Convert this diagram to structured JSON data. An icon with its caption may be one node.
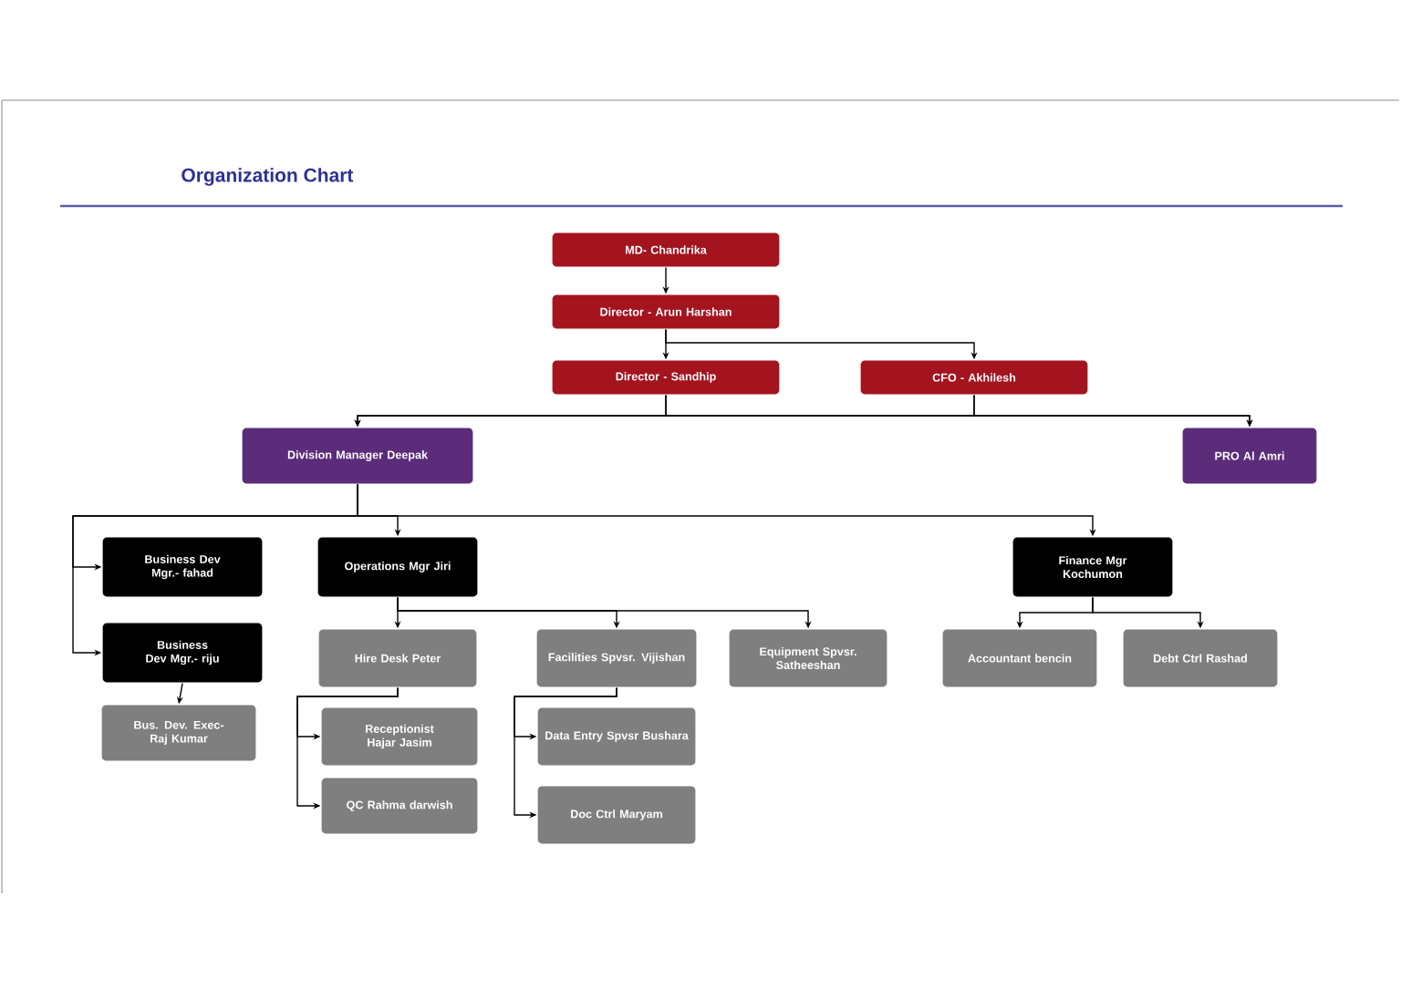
{
  "diagram": {
    "title": "Organization Chart",
    "nodes": [
      {
        "text": [
          "MD- Chandrika"
        ]
      },
      {
        "text": [
          "Director - Arun Harshan"
        ]
      },
      {
        "text": [
          "Director - Sandhip"
        ]
      },
      {
        "text": [
          "CFO - Akhilesh"
        ]
      },
      {
        "text": [
          "Division Manager Deepak"
        ]
      },
      {
        "text": [
          "PRO Al Amri"
        ]
      },
      {
        "text": [
          "Business Dev Mgr.- fahad"
        ]
      },
      {
        "text": [
          "Operations Mgr Jiri"
        ]
      },
      {
        "text": [
          "Business Dev Mgr.- riju"
        ]
      },
      {
        "text": [
          "Hire Desk Peter"
        ]
      },
      {
        "text": [
          "Facilities Spvsr. Vijishan"
        ]
      },
      {
        "text": [
          "Equipment Spvsr. Satheeshan"
        ]
      },
      {
        "text": [
          "Finance Mgr Kochumon"
        ]
      },
      {
        "text": [
          "Accountant bencin"
        ]
      },
      {
        "text": [
          "Debt Ctrl Rashad"
        ]
      },
      {
        "text": [
          "Bus. Dev. Exec- Raj Kumar"
        ]
      },
      {
        "text": [
          "Receptionist Hajar Jasim"
        ]
      },
      {
        "text": [
          "QC Rahma darwish"
        ]
      },
      {
        "text": [
          "Data Entry Spvsr Bushara"
        ]
      },
      {
        "text": [
          "Doc Ctrl Maryam"
        ]
      }
    ],
    "edges": [
      {
        "from": 0,
        "to": 1,
        "arrow": "to"
      },
      {
        "from": 1,
        "to": 2,
        "arrow": "to"
      },
      {
        "from": 1,
        "to": 3,
        "arrow": "to"
      },
      {
        "from": 2,
        "to": 4,
        "arrow": "to"
      },
      {
        "from": 2,
        "to": 5,
        "arrow": "to"
      },
      {
        "from": 3,
        "to": 4,
        "arrow": "to"
      },
      {
        "from": 3,
        "to": 5,
        "arrow": "to"
      },
      {
        "from": 4,
        "to": 6,
        "arrow": "to"
      },
      {
        "from": 4,
        "to": 8,
        "arrow": "to"
      },
      {
        "from": 4,
        "to": 7,
        "arrow": "to"
      },
      {
        "from": 4,
        "to": 12,
        "arrow": "to"
      },
      {
        "from": 7,
        "to": 9,
        "arrow": "to"
      },
      {
        "from": 7,
        "to": 10,
        "arrow": "to"
      },
      {
        "from": 7,
        "to": 11,
        "arrow": "to"
      },
      {
        "from": 8,
        "to": 15,
        "arrow": "to"
      },
      {
        "from": 9,
        "to": 16,
        "arrow": "to"
      },
      {
        "from": 9,
        "to": 17,
        "arrow": "to"
      },
      {
        "from": 10,
        "to": 18,
        "arrow": "to"
      },
      {
        "from": 10,
        "to": 19,
        "arrow": "to"
      },
      {
        "from": 12,
        "to": 13,
        "arrow": "to"
      },
      {
        "from": 12,
        "to": 14,
        "arrow": "to"
      }
    ]
  }
}
